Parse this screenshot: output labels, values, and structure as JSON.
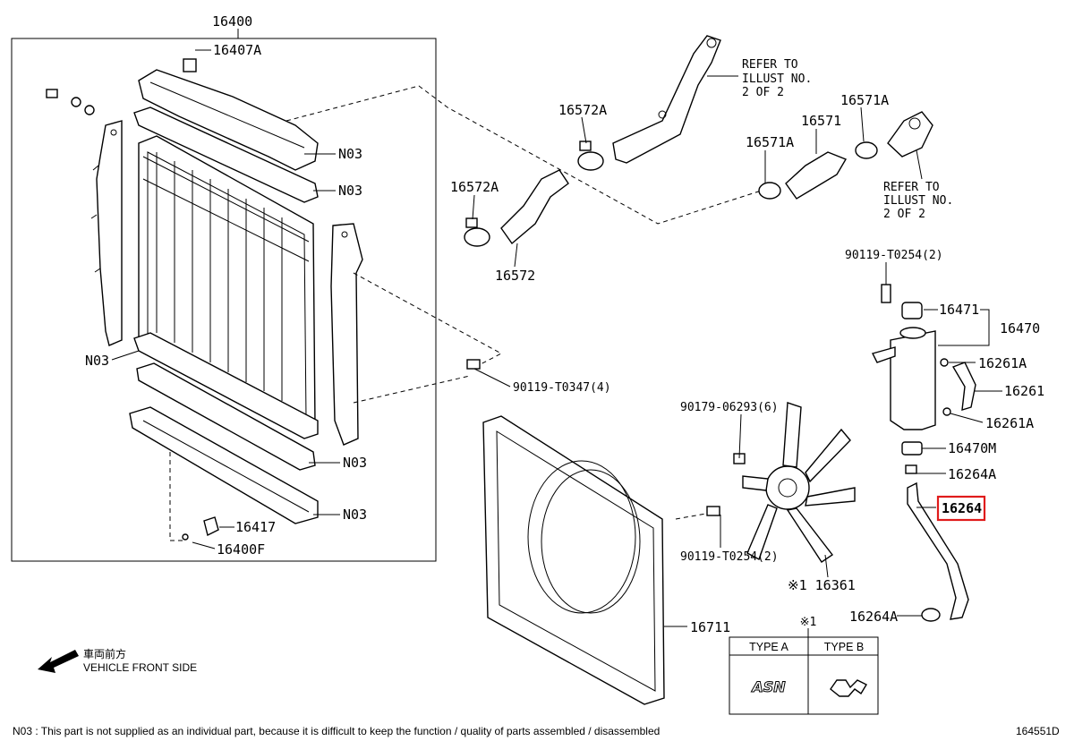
{
  "diagram": {
    "code": "164551D",
    "footnote": "N03 : This part is not supplied as an individual part, because it is difficult to keep the function / quality of parts assembled / disassembled",
    "front_side": {
      "jp": "車両前方",
      "en": "VEHICLE FRONT SIDE"
    },
    "type_table": {
      "mark": "※1",
      "type_a": "TYPE A",
      "type_b": "TYPE B",
      "type_a_logo": "ASN"
    },
    "refer1": {
      "l1": "REFER TO",
      "l2": "ILLUST NO.",
      "l3": "2 OF 2"
    },
    "refer2": {
      "l1": "REFER TO",
      "l2": "ILLUST NO.",
      "l3": "2 OF 2"
    },
    "highlighted_part": "16264",
    "labels": {
      "p16400": "16400",
      "p16407A": "16407A",
      "n03_1": "N03",
      "n03_2": "N03",
      "n03_3": "N03",
      "n03_4": "N03",
      "n03_5": "N03",
      "p16417": "16417",
      "p16400F": "16400F",
      "p16572A_1": "16572A",
      "p16572A_2": "16572A",
      "p16572": "16572",
      "p16571": "16571",
      "p16571A_1": "16571A",
      "p16571A_2": "16571A",
      "b90119_T0347": "90119-T0347(4)",
      "b90119_T0254_top": "90119-T0254(2)",
      "b90119_T0254_bot": "90119-T0254(2)",
      "n90179": "90179-06293(6)",
      "p16471": "16471",
      "p16470": "16470",
      "p16261A_1": "16261A",
      "p16261": "16261",
      "p16261A_2": "16261A",
      "p16470M": "16470M",
      "p16264A_1": "16264A",
      "p16264": "16264",
      "p16264A_2": "16264A",
      "p16361": "※1 16361",
      "p16711": "16711",
      "mark1": "※1"
    }
  }
}
